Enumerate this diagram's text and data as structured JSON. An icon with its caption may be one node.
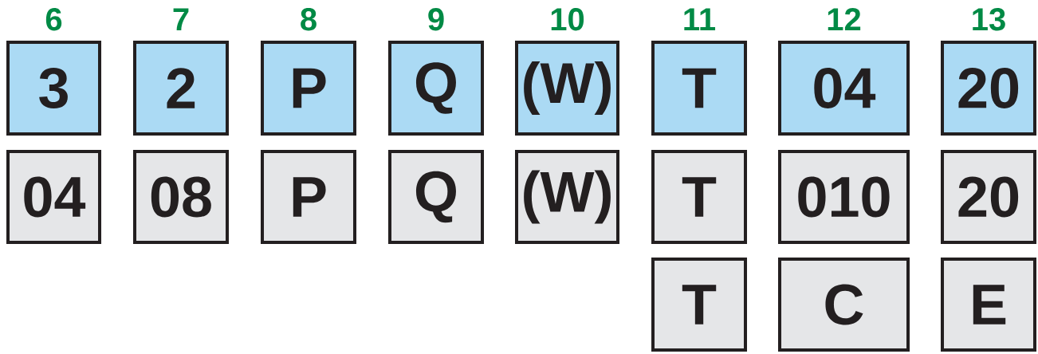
{
  "diagram": {
    "nodes": [
      {
        "text": [
          "6",
          "3"
        ]
      },
      {
        "text": [
          "7",
          "2"
        ]
      },
      {
        "text": [
          "8",
          "P"
        ]
      },
      {
        "text": [
          "9",
          "Q"
        ]
      },
      {
        "text": [
          "10",
          "(W)"
        ]
      },
      {
        "text": [
          "11",
          "T"
        ]
      },
      {
        "text": [
          "12",
          "04"
        ]
      },
      {
        "text": [
          "13",
          "20"
        ]
      },
      {
        "text": [
          "04"
        ]
      },
      {
        "text": [
          "08"
        ]
      },
      {
        "text": [
          "P"
        ]
      },
      {
        "text": [
          "Q"
        ]
      },
      {
        "text": [
          "(W)"
        ]
      },
      {
        "text": [
          "T"
        ]
      },
      {
        "text": [
          "010"
        ]
      },
      {
        "text": [
          "20"
        ]
      },
      {
        "text": [
          "T"
        ]
      },
      {
        "text": [
          "C"
        ]
      },
      {
        "text": [
          "E"
        ]
      }
    ]
  }
}
